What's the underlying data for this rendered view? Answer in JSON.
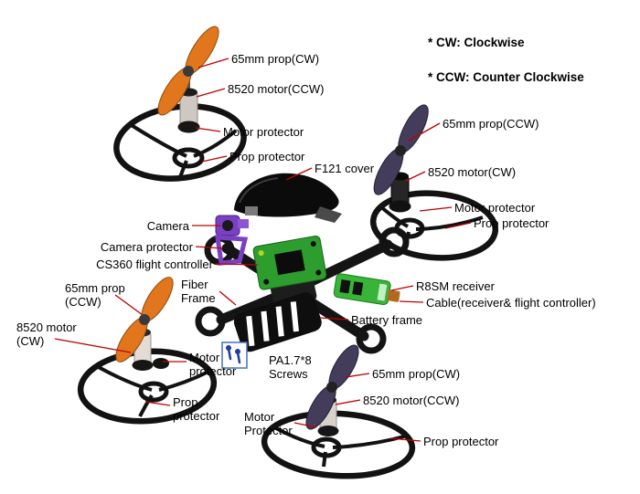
{
  "legend": {
    "cw": "* CW: Clockwise",
    "ccw": "* CCW: Counter Clockwise"
  },
  "labels": {
    "tl_prop": "65mm prop(CW)",
    "tl_motor": "8520 motor(CCW)",
    "tl_motor_protector": "Motor protector",
    "tl_prop_protector": "Prop protector",
    "cover": "F121 cover",
    "tr_prop": "65mm prop(CCW)",
    "tr_motor": "8520 motor(CW)",
    "tr_motor_protector": "Motor protector",
    "tr_prop_protector": "Prop protector",
    "camera": "Camera",
    "camera_protector": "Camera protector",
    "flight_controller": "CS360 flight controller",
    "fiber_frame": "Fiber\nFrame",
    "receiver": "R8SM receiver",
    "cable": "Cable(receiver& flight controller)",
    "battery_frame": "Battery frame",
    "ml_prop": "65mm prop\n(CCW)",
    "ml_motor": "8520 motor\n(CW)",
    "ml_motor_protector": "Motor\nprotector",
    "screws": "PA1.7*8\nScrews",
    "ml_prop_protector": "Prop\nprotector",
    "b_prop": "65mm prop(CW)",
    "b_motor": "8520 motor(CCW)",
    "b_motor_protector": "Motor\nProtector",
    "b_prop_protector": "Prop protector"
  },
  "colors": {
    "leader_line": "#bf0000",
    "prop_orange": "#e2761d",
    "prop_dark": "#433c5b",
    "board_green": "#2d9e2d",
    "receiver_green": "#38b438",
    "camera_purple": "#7b3fc4",
    "screw_blue": "#4472c4",
    "frame_black": "#141414"
  }
}
